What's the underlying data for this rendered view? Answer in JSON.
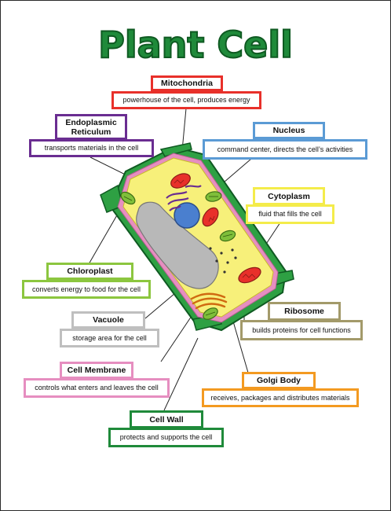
{
  "title": "Plant Cell",
  "colors": {
    "title": "#1f8a3a",
    "mitochondria": "#e8302a",
    "er": "#6a2d91",
    "nucleus": "#5b9bd5",
    "cytoplasm": "#f4ec4a",
    "chloroplast": "#8cc63f",
    "ribosome": "#a39a6a",
    "vacuole": "#bfbfbf",
    "membrane": "#e68ec0",
    "golgi": "#f39a21",
    "cellwall": "#1f8a3a"
  },
  "labels": {
    "mitochondria": {
      "name": "Mitochondria",
      "desc": "powerhouse of the cell, produces energy"
    },
    "er": {
      "name_line1": "Endoplasmic",
      "name_line2": "Reticulum",
      "desc": "transports materials in the cell"
    },
    "nucleus": {
      "name": "Nucleus",
      "desc": "command center, directs the cell’s activities"
    },
    "cytoplasm": {
      "name": "Cytoplasm",
      "desc": "fluid that fills the cell"
    },
    "chloroplast": {
      "name": "Chloroplast",
      "desc": "converts energy to food for the cell"
    },
    "ribosome": {
      "name": "Ribosome",
      "desc": "builds proteins for cell functions"
    },
    "vacuole": {
      "name": "Vacuole",
      "desc": "storage area for the cell"
    },
    "membrane": {
      "name": "Cell Membrane",
      "desc": "controls what enters and leaves the cell"
    },
    "golgi": {
      "name": "Golgi Body",
      "desc": "receives, packages and distributes materials"
    },
    "cellwall": {
      "name": "Cell Wall",
      "desc": "protects and supports the cell"
    }
  }
}
